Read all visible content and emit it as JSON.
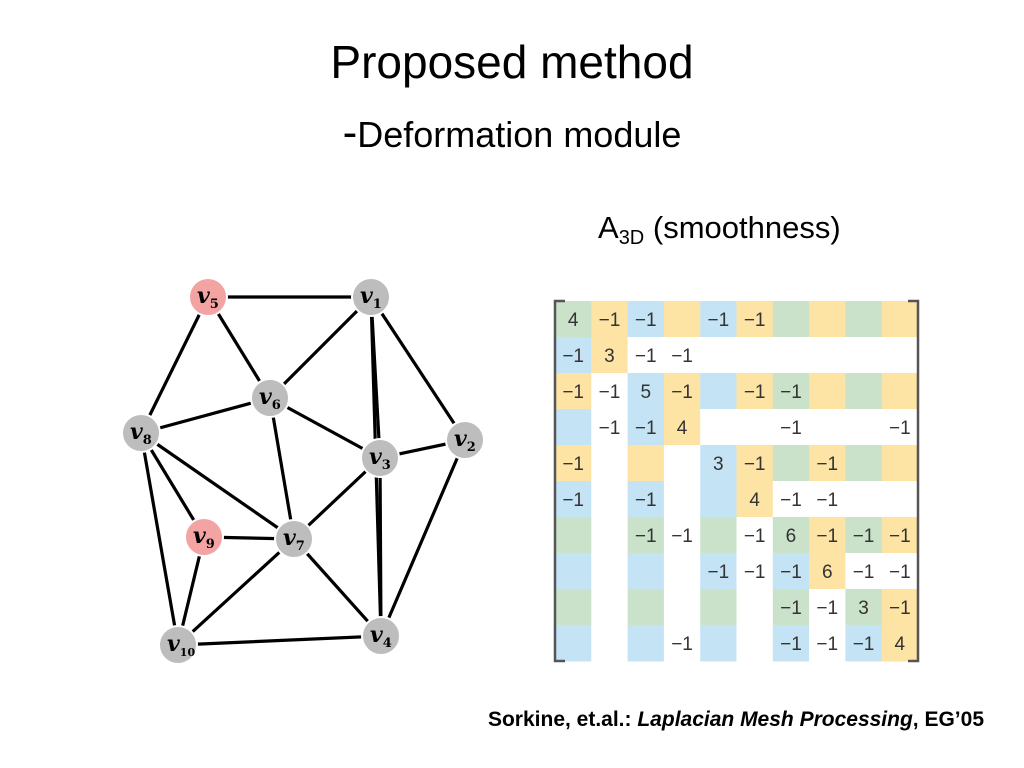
{
  "slide": {
    "title": "Proposed method",
    "subtitle_dash": "-",
    "subtitle": "Deformation module",
    "matrix_label_main": "A",
    "matrix_label_sub": "3D",
    "matrix_label_rest": " (smoothness)",
    "citation_authors": "Sorkine, et.al.: ",
    "citation_title": "Laplacian Mesh Processing",
    "citation_venue": ", EG’05"
  },
  "graph": {
    "node_letter": "v",
    "nodes": [
      {
        "id": 1,
        "index": "1",
        "highlight": false
      },
      {
        "id": 2,
        "index": "2",
        "highlight": false
      },
      {
        "id": 3,
        "index": "3",
        "highlight": false
      },
      {
        "id": 4,
        "index": "4",
        "highlight": false
      },
      {
        "id": 5,
        "index": "5",
        "highlight": true
      },
      {
        "id": 6,
        "index": "6",
        "highlight": false
      },
      {
        "id": 7,
        "index": "7",
        "highlight": false
      },
      {
        "id": 8,
        "index": "8",
        "highlight": false
      },
      {
        "id": 9,
        "index": "9",
        "highlight": true
      },
      {
        "id": 10,
        "index": "10",
        "highlight": false
      }
    ],
    "edges": [
      [
        5,
        1
      ],
      [
        5,
        6
      ],
      [
        5,
        8
      ],
      [
        1,
        6
      ],
      [
        1,
        3
      ],
      [
        1,
        2
      ],
      [
        1,
        4
      ],
      [
        2,
        3
      ],
      [
        2,
        4
      ],
      [
        6,
        8
      ],
      [
        6,
        3
      ],
      [
        6,
        7
      ],
      [
        3,
        7
      ],
      [
        3,
        4
      ],
      [
        8,
        9
      ],
      [
        8,
        7
      ],
      [
        8,
        10
      ],
      [
        9,
        7
      ],
      [
        9,
        10
      ],
      [
        7,
        10
      ],
      [
        7,
        4
      ],
      [
        10,
        4
      ]
    ],
    "colors": {
      "node": "#bdbdbd",
      "highlight": "#f4a3a3",
      "edge": "#000000"
    }
  },
  "matrix": {
    "column_colors": [
      "#c9e2c9",
      "#fde3a4",
      "#c4e4f6",
      "#fde3a4",
      "#c4e4f6",
      "#fde3a4",
      "#c9e2c9",
      "#fde3a4",
      "#c9e2c9",
      "#fde3a4"
    ],
    "row_colors": [
      "#c9e2c9",
      "#c4e4f6",
      "#fde3a4",
      "#c4e4f6",
      "#fde3a4",
      "#c4e4f6",
      "#c9e2c9",
      "#c4e4f6",
      "#c9e2c9",
      "#c4e4f6"
    ],
    "rows": [
      [
        "4",
        "−1",
        "−1",
        "",
        "−1",
        "−1",
        "",
        "",
        "",
        ""
      ],
      [
        "−1",
        "3",
        "−1",
        "−1",
        "",
        "",
        "",
        "",
        "",
        ""
      ],
      [
        "−1",
        "−1",
        "5",
        "−1",
        "",
        "−1",
        "−1",
        "",
        "",
        ""
      ],
      [
        "",
        "−1",
        "−1",
        "4",
        "",
        "",
        "−1",
        "",
        "",
        "−1"
      ],
      [
        "−1",
        "",
        "",
        "",
        "3",
        "−1",
        "",
        "−1",
        "",
        ""
      ],
      [
        "−1",
        "",
        "−1",
        "",
        "",
        "4",
        "−1",
        "−1",
        "",
        ""
      ],
      [
        "",
        "",
        "−1",
        "−1",
        "",
        "−1",
        "6",
        "−1",
        "−1",
        "−1"
      ],
      [
        "",
        "",
        "",
        "",
        "−1",
        "−1",
        "−1",
        "6",
        "−1",
        "−1"
      ],
      [
        "",
        "",
        "",
        "",
        "",
        "",
        "−1",
        "−1",
        "3",
        "−1"
      ],
      [
        "",
        "",
        "",
        "−1",
        "",
        "",
        "−1",
        "−1",
        "−1",
        "4"
      ]
    ]
  }
}
